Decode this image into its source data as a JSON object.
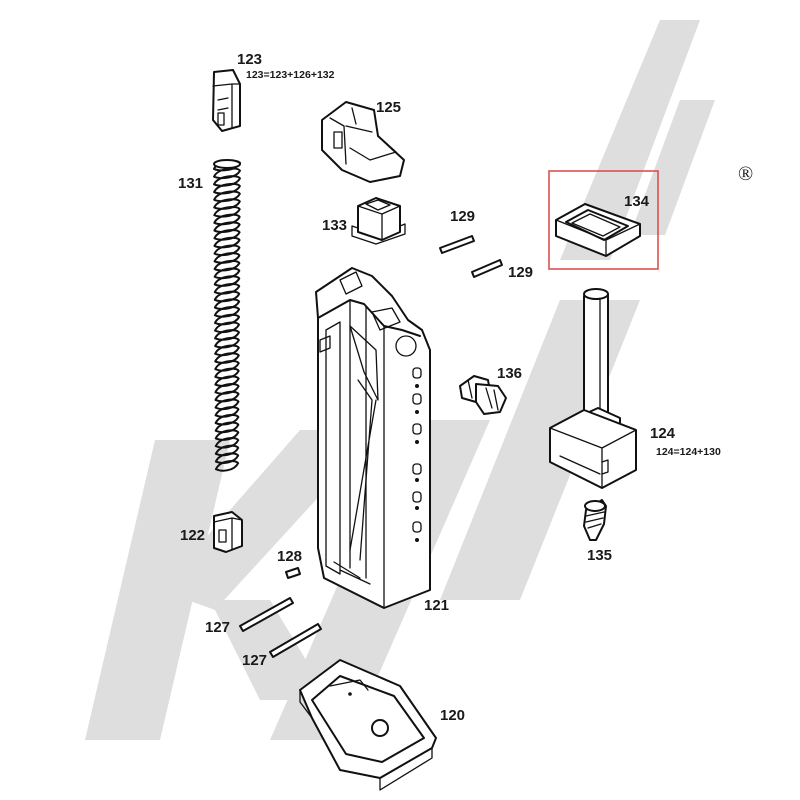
{
  "diagram": {
    "highlight_color": "#d9534f",
    "watermark_color": "#dedede",
    "registered_mark": "®",
    "parts": [
      {
        "id": "p120",
        "label": "120"
      },
      {
        "id": "p121",
        "label": "121"
      },
      {
        "id": "p122",
        "label": "122"
      },
      {
        "id": "p123",
        "label": "123",
        "sublabel": "123=123+126+132"
      },
      {
        "id": "p124",
        "label": "124",
        "sublabel": "124=124+130"
      },
      {
        "id": "p125",
        "label": "125"
      },
      {
        "id": "p127a",
        "label": "127"
      },
      {
        "id": "p127b",
        "label": "127"
      },
      {
        "id": "p128",
        "label": "128"
      },
      {
        "id": "p129a",
        "label": "129"
      },
      {
        "id": "p129b",
        "label": "129"
      },
      {
        "id": "p131",
        "label": "131"
      },
      {
        "id": "p133",
        "label": "133"
      },
      {
        "id": "p134",
        "label": "134",
        "highlighted": true
      },
      {
        "id": "p135",
        "label": "135"
      },
      {
        "id": "p136",
        "label": "136"
      }
    ]
  }
}
